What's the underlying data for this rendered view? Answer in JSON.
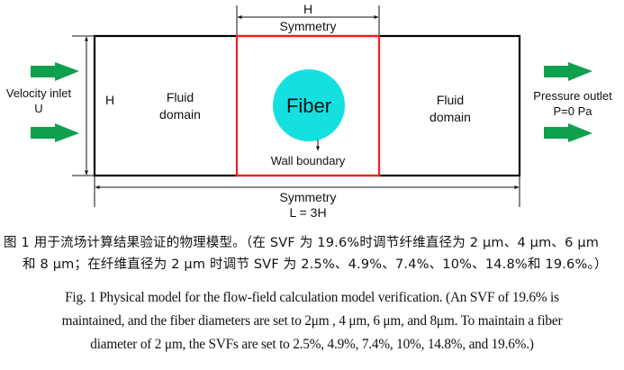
{
  "figure": {
    "top_dimension": {
      "label": "H",
      "boundary": "Symmetry"
    },
    "left_dimension": {
      "label": "H"
    },
    "bottom_dimension": {
      "boundary": "Symmetry",
      "label": "L = 3H"
    },
    "inlet": {
      "line1": "Velocity inlet",
      "line2": "U"
    },
    "outlet": {
      "line1": "Pressure outlet",
      "line2": "P=0 Pa"
    },
    "left_region": {
      "line1": "Fluid",
      "line2": "domain"
    },
    "right_region": {
      "line1": "Fluid",
      "line2": "domain"
    },
    "fiber": {
      "label": "Fiber",
      "wall_label": "Wall boundary"
    },
    "colors": {
      "domain_border": "#000000",
      "highlight_box": "#ff1a1a",
      "fiber_fill": "#14e0e0",
      "arrow_fill": "#0ea04e"
    }
  },
  "caption_zh": {
    "line1": "图 1 用于流场计算结果验证的物理模型。（在 SVF 为 19.6%时调节纤维直径为 2 μm、4 μm、6 μm",
    "line2": "和 8 μm；在纤维直径为 2 μm 时调节 SVF 为 2.5%、4.9%、7.4%、10%、14.8%和 19.6%。）"
  },
  "caption_en": {
    "line1": "Fig. 1 Physical model for the flow-field calculation model verification. (An SVF of 19.6% is",
    "line2": "maintained, and the fiber diameters are set to 2μm , 4 μm, 6 μm, and 8μm. To maintain a fiber",
    "line3": "diameter of 2 μm, the SVFs are set to 2.5%, 4.9%, 7.4%, 10%, 14.8%, and 19.6%.)"
  }
}
